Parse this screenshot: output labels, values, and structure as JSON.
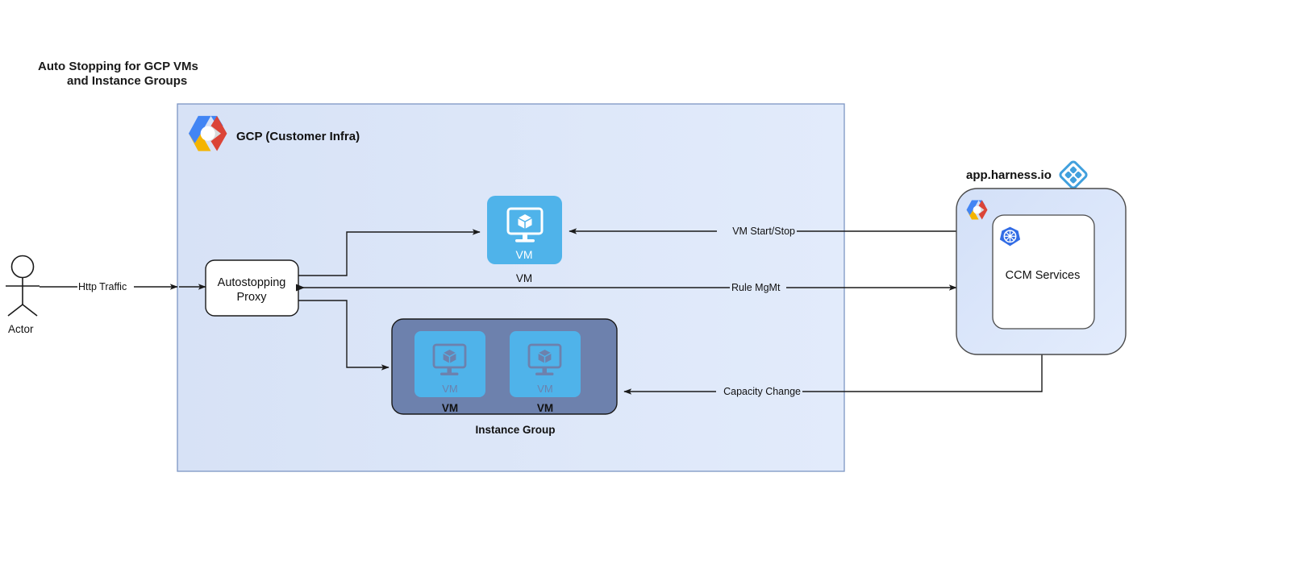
{
  "diagram": {
    "title_line1": "Auto Stopping for GCP VMs",
    "title_line2": "and Instance Groups",
    "colors": {
      "gcp_panel_bg": "#dce6f7",
      "gcp_panel_border": "#7d96c4",
      "vm_blue": "#4fb3ea",
      "instance_group": "#6d81ad",
      "harness_panel_bg": "#d6e2f8",
      "harness_blue": "#41a0dd",
      "k8s_blue": "#326ce5",
      "stroke": "#1a1a1a",
      "white": "#ffffff"
    },
    "actor": {
      "label": "Actor",
      "icon": "stick-figure-icon"
    },
    "gcp_panel": {
      "header": "GCP (Customer Infra)",
      "icon": "gcp-hexagon-logo-icon"
    },
    "proxy": {
      "line1": "Autostopping",
      "line2": "Proxy"
    },
    "vm_single": {
      "inner_label": "VM",
      "caption": "VM",
      "icon": "vm-monitor-cube-icon"
    },
    "instance_group": {
      "caption": "Instance Group",
      "members": [
        {
          "inner_label": "VM",
          "caption": "VM",
          "icon": "vm-monitor-cube-icon"
        },
        {
          "inner_label": "VM",
          "caption": "VM",
          "icon": "vm-monitor-cube-icon"
        }
      ]
    },
    "harness": {
      "title": "app.harness.io",
      "logo_icon": "harness-diamond-logo-icon",
      "panel_icon": "gcp-hexagon-logo-icon",
      "service_box": {
        "label": "CCM Services",
        "icon": "kubernetes-logo-icon"
      }
    },
    "connections": [
      {
        "name": "http-traffic",
        "label": "Http Traffic"
      },
      {
        "name": "vm-start-stop",
        "label": "VM Start/Stop"
      },
      {
        "name": "rule-mgmt",
        "label": "Rule MgMt"
      },
      {
        "name": "capacity-change",
        "label": "Capacity Change"
      }
    ]
  }
}
